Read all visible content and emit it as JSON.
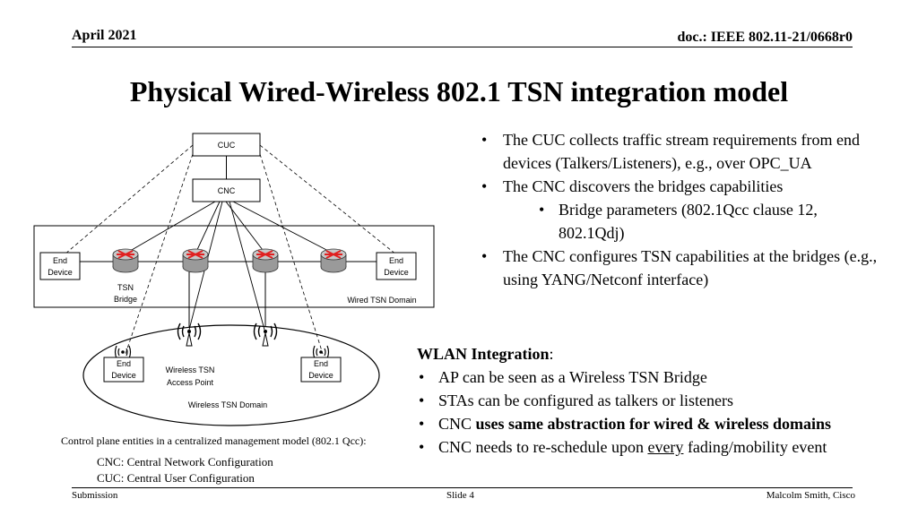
{
  "header": {
    "date": "April 2021",
    "doc_id": "doc.: IEEE 802.11-21/0668r0"
  },
  "title": "Physical Wired-Wireless 802.1 TSN integration model",
  "diagram": {
    "cuc_label": "CUC",
    "cnc_label": "CNC",
    "end_device_line1": "End",
    "end_device_line2": "Device",
    "tsn_bridge_line1": "TSN",
    "tsn_bridge_line2": "Bridge",
    "wired_domain_label": "Wired TSN Domain",
    "ap_label_line1": "Wireless TSN",
    "ap_label_line2": "Access Point",
    "wireless_domain_label": "Wireless TSN Domain",
    "control_plane_caption": "Control plane entities in a centralized management model (802.1 Qcc):",
    "cnc_def": "CNC: Central Network Configuration",
    "cuc_def": "CUC: Central User Configuration"
  },
  "bullets": [
    {
      "text": "The CUC collects traffic stream requirements from end devices (Talkers/Listeners), e.g., over OPC_UA",
      "level": 1
    },
    {
      "text": "The CNC discovers the bridges capabilities",
      "level": 1
    },
    {
      "text": "Bridge parameters (802.1Qcc clause 12, 802.1Qdj)",
      "level": 2
    },
    {
      "text": "The CNC configures TSN capabilities at the bridges (e.g., using YANG/Netconf interface)",
      "level": 1
    }
  ],
  "wlan": {
    "heading": "WLAN Integration",
    "heading_suffix": ":",
    "items": [
      "AP can be seen as a Wireless TSN Bridge",
      "STAs can be configured as talkers or listeners"
    ],
    "item3_prefix": "CNC ",
    "item3_bold": "uses same abstraction for wired & wireless domains",
    "item4_prefix": "CNC needs to re-schedule upon ",
    "item4_underlined": "every",
    "item4_suffix": " fading/mobility event"
  },
  "footer": {
    "left": "Submission",
    "center": "Slide 4",
    "right": "Malcolm Smith, Cisco"
  },
  "colors": {
    "router_fill": "#b5b5b5",
    "router_x": "#e02020",
    "line": "#000000"
  }
}
